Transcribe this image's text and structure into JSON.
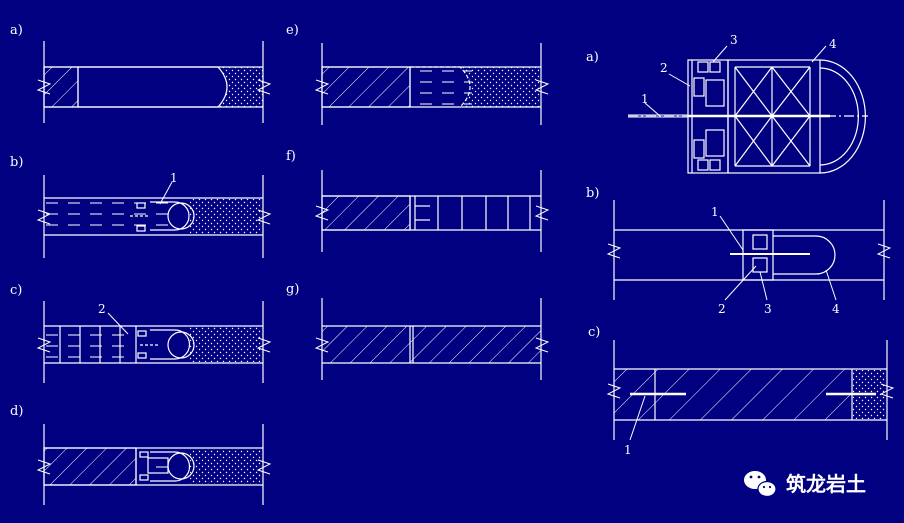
{
  "colors": {
    "background": "#000080",
    "line": "#ffffff"
  },
  "left_panels": {
    "a": "a)",
    "b": "b)",
    "c": "c)",
    "d": "d)",
    "b_callout": "1",
    "c_callout": "2"
  },
  "mid_panels": {
    "e": "e)",
    "f": "f)",
    "g": "g)"
  },
  "right_panels": {
    "a": "a)",
    "b": "b)",
    "c": "c)",
    "a_callouts": [
      "1",
      "2",
      "3",
      "4"
    ],
    "b_callouts": [
      "1",
      "2",
      "3",
      "4"
    ],
    "c_callout": "1"
  },
  "watermark": {
    "icon": "wechat-icon",
    "text": "筑龙岩土"
  }
}
